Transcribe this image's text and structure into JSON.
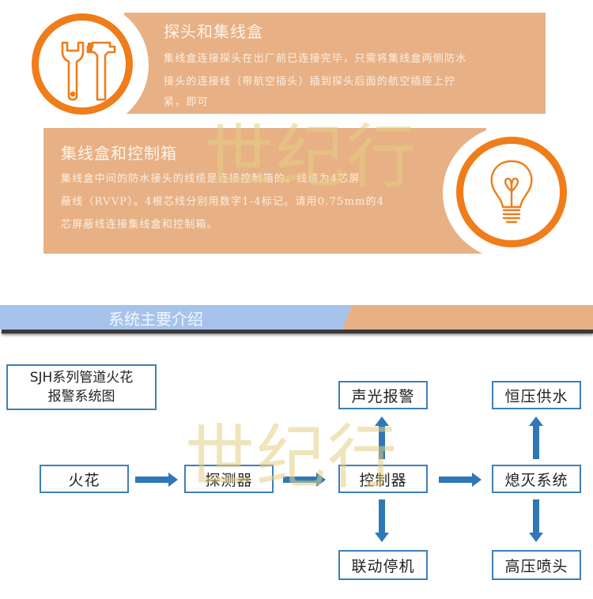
{
  "panels": [
    {
      "title": "探头和集线盒",
      "body_lines": [
        "集线盒连接探头在出厂前已连接完毕，只需将集线盒两侧防水",
        "接头的连接线（带航空插头）插到探头后面的航空插座上拧",
        "紧，即可"
      ],
      "icon": "tools-icon"
    },
    {
      "title": "集线盒和控制箱",
      "body_lines": [
        "集线盒中间的防水接头的线缆是连接控制箱的。线缆为4芯屏",
        "蔽线（RVVP）。4根芯线分别用数字1-4标记。请用0.75mm的4",
        "芯屏蔽线连接集线盒和控制箱。"
      ],
      "icon": "lightbulb-icon"
    }
  ],
  "watermark": "世纪行",
  "banner": {
    "title": "系统主要介绍"
  },
  "diagram": {
    "caption_lines": [
      "SJH系列管道火花",
      "报警系统图"
    ],
    "nodes": {
      "spark": "火花",
      "detector": "探测器",
      "controller": "控制器",
      "alarm": "声光报警",
      "linked_stop": "联动停机",
      "extinguish": "熄灭系统",
      "water_supply": "恒压供水",
      "nozzle": "高压喷头"
    },
    "edges": [
      [
        "火花",
        "探测器"
      ],
      [
        "探测器",
        "控制器"
      ],
      [
        "控制器",
        "声光报警"
      ],
      [
        "控制器",
        "联动停机"
      ],
      [
        "控制器",
        "熄灭系统"
      ],
      [
        "熄灭系统",
        "恒压供水"
      ],
      [
        "熄灭系统",
        "高压喷头"
      ]
    ]
  },
  "colors": {
    "panel_fill": "#e8b185",
    "ring_orange": "#f07c1a",
    "banner_blue": "#a7c3ec",
    "node_border": "#3f7fb9",
    "arrow_blue": "#2f78b7",
    "watermark": "#e2ce82"
  }
}
